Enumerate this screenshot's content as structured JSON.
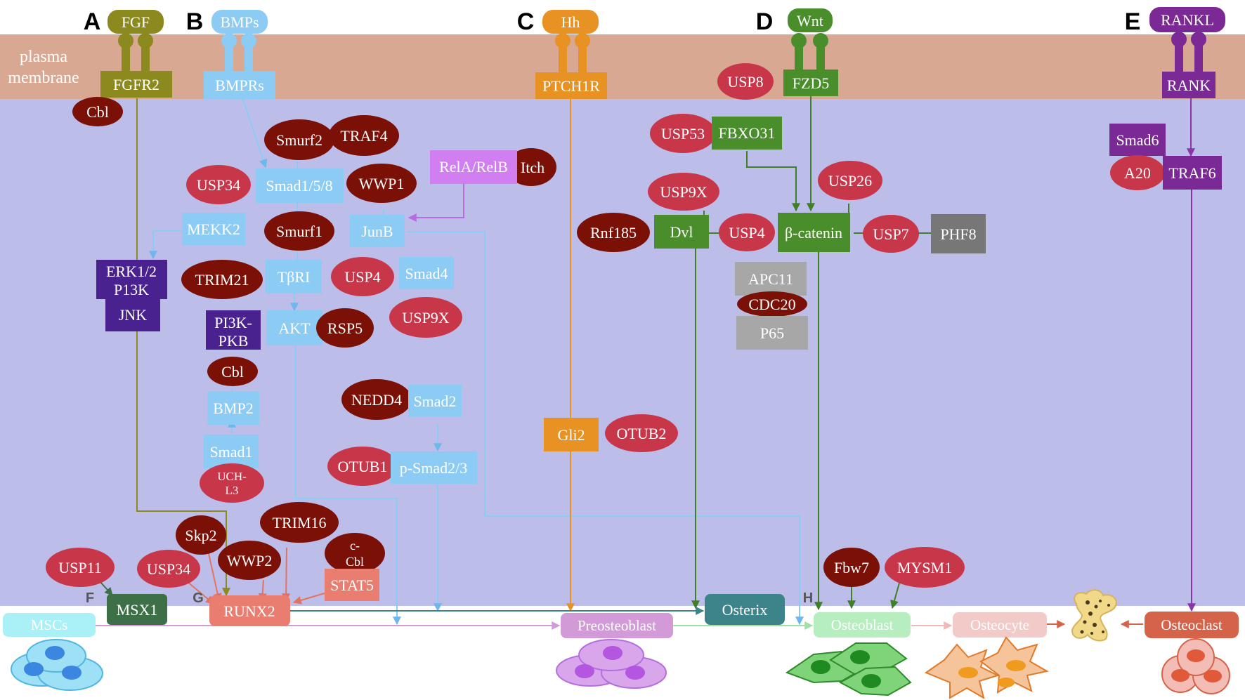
{
  "labels": {
    "plasma_membrane_1": "plasma",
    "plasma_membrane_2": "membrane",
    "panel_a": "A",
    "panel_b": "B",
    "panel_c": "C",
    "panel_d": "D",
    "panel_e": "E",
    "panel_f": "F",
    "panel_g": "G",
    "panel_h": "H"
  },
  "ligands": {
    "fgf": "FGF",
    "bmps": "BMPs",
    "hh": "Hh",
    "wnt": "Wnt",
    "rankl": "RANKL"
  },
  "receptors": {
    "fgfr2": "FGFR2",
    "bmprs": "BMPRs",
    "ptch1r": "PTCH1R",
    "fzd5": "FZD5",
    "rank": "RANK"
  },
  "nodes": {
    "cbl_top": "Cbl",
    "smurf2": "Smurf2",
    "traf4": "TRAF4",
    "usp34_b": "USP34",
    "smad158": "Smad1/5/8",
    "wwp1": "WWP1",
    "rela_relb": "RelA/RelB",
    "itch": "Itch",
    "mekk2": "MEKK2",
    "smurf1": "Smurf1",
    "junb": "JunB",
    "erk": "ERK1/2",
    "p13k": "P13K",
    "jnk": "JNK",
    "trim21": "TRIM21",
    "tbri": "TβRI",
    "usp4_b": "USP4",
    "smad4": "Smad4",
    "usp9x_b": "USP9X",
    "pi3k": "PI3K-",
    "pkb": "PKB",
    "akt": "AKT",
    "rsp5": "RSP5",
    "cbl_mid": "Cbl",
    "bmp2": "BMP2",
    "smad1": "Smad1",
    "uch_1": "UCH-",
    "uch_2": "L3",
    "nedd4": "NEDD4",
    "smad2": "Smad2",
    "otub1": "OTUB1",
    "psmad": "p-Smad2/3",
    "trim16": "TRIM16",
    "skp2": "Skp2",
    "wwp2": "WWP2",
    "ccbl_1": "c-",
    "ccbl_2": "Cbl",
    "stat5": "STAT5",
    "usp11": "USP11",
    "usp34_g": "USP34",
    "gli2": "Gli2",
    "otub2": "OTUB2",
    "usp8": "USP8",
    "usp53": "USP53",
    "fbxo31": "FBXO31",
    "usp9x_d": "USP9X",
    "usp26": "USP26",
    "rnf185": "Rnf185",
    "dvl": "Dvl",
    "usp4_d": "USP4",
    "bcatenin": "β-catenin",
    "usp7": "USP7",
    "phf8": "PHF8",
    "apc11": "APC11",
    "cdc20": "CDC20",
    "p65": "P65",
    "fbw7": "Fbw7",
    "mysm1": "MYSM1",
    "smad6": "Smad6",
    "a20": "A20",
    "traf6": "TRAF6"
  },
  "targets": {
    "msx1": "MSX1",
    "runx2": "RUNX2",
    "osterix": "Osterix"
  },
  "stages": {
    "mscs": "MSCs",
    "preosteoblast": "Preosteoblast",
    "osteoblast": "Osteoblast",
    "osteocyte": "Osteocyte",
    "osteoclast": "Osteoclast"
  },
  "colors": {
    "membrane": "#d9a893",
    "cytoplasm": "#bdbdea",
    "fgf": "#8c8a1e",
    "bmp": "#8ccbf4",
    "hh": "#e89223",
    "wnt": "#4a8e2b",
    "rankl": "#7b2a95",
    "dark_ellipse": "#7a1006",
    "red_ellipse": "#c8364a",
    "purple_box": "#4a2290",
    "gray_box": "#a7a7a7",
    "msx1": "#3d7046",
    "runx2": "#e87d70",
    "osterix": "#3c8489"
  }
}
